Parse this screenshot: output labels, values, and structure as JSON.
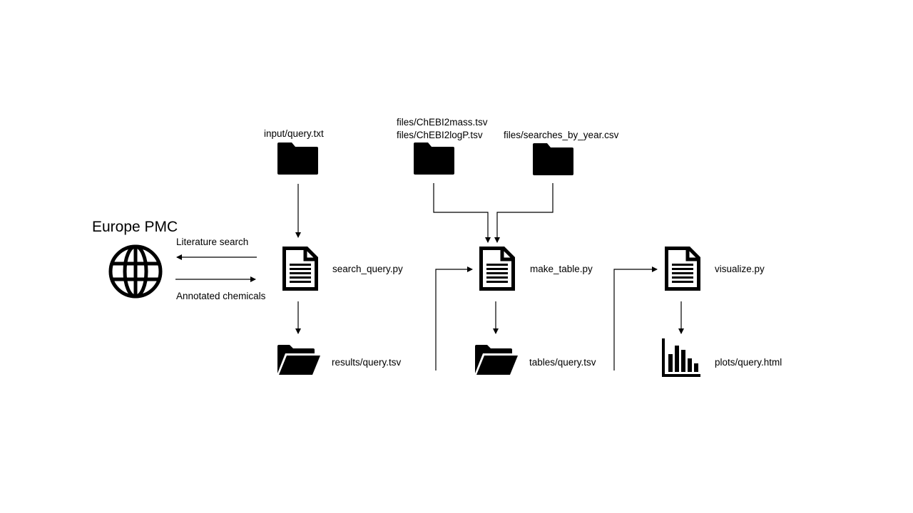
{
  "europe_pmc": {
    "title": "Europe PMC",
    "icon": "globe-icon",
    "search_label": "Literature search",
    "annotated_label": "Annotated chemicals"
  },
  "inputs": {
    "query_file": "input/query.txt",
    "chebi_mass": "files/ChEBI2mass.tsv",
    "chebi_logp": "files/ChEBI2logP.tsv",
    "searches_by_year": "files/searches_by_year.csv"
  },
  "scripts": {
    "search_query": "search_query.py",
    "make_table": "make_table.py",
    "visualize": "visualize.py"
  },
  "outputs": {
    "results": "results/query.tsv",
    "tables": "tables/query.tsv",
    "plots": "plots/query.html"
  },
  "icons": {
    "folder": "folder-icon",
    "open_folder": "folder-open-icon",
    "script": "document-icon",
    "chart": "bar-chart-icon"
  }
}
